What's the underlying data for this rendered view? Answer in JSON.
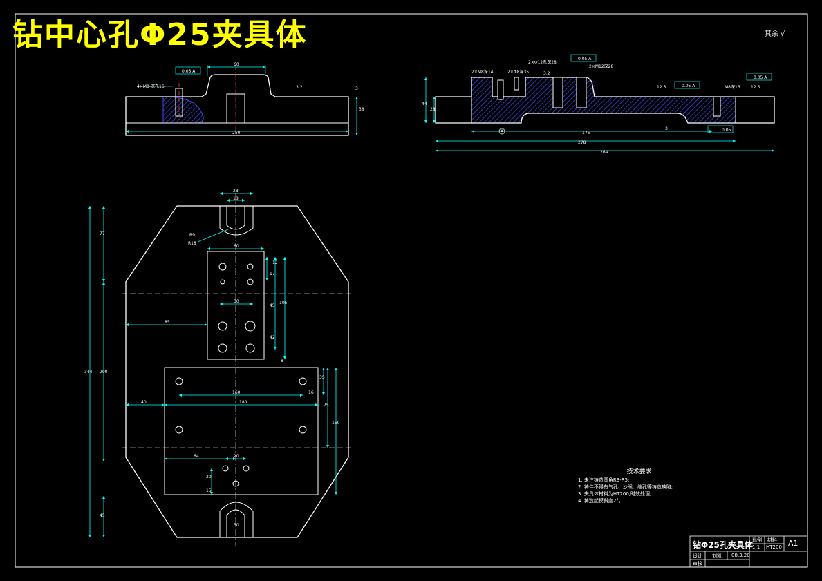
{
  "title": "钻中心孔Φ25夹具体",
  "roughness_note": "其余 √",
  "tech_requirements": {
    "heading": "技术要求",
    "items": [
      "1. 未注铸造圆角R3-R5;",
      "2. 铸件不得有气孔、沙眼、缩孔等铸造缺陷;",
      "3. 夹具体材料为HT200,时效处理;",
      "4. 铸造起模斜度2°。"
    ]
  },
  "title_block": {
    "name": "钻Φ25孔夹具体",
    "scale_label": "比例",
    "scale_value": "1:1",
    "material_label": "材料",
    "material_value": "HT200",
    "sheet_size": "A1",
    "designer_label": "设计",
    "designer_value": "刘凯",
    "date_value": "08.3.20",
    "reviewer_label": "审核"
  },
  "dimensions": {
    "front_view": {
      "overall_length": "250",
      "top_boss_width": "60",
      "height": "38",
      "top_offset": "3",
      "tapped_hole": "4×M8-深孔16",
      "roughness": "3.2",
      "flatness": "0.05 A"
    },
    "side_view": {
      "overall_length": "264",
      "inner_length": "175",
      "slot_length": "278",
      "height_total": "44",
      "height_base": "28",
      "holes_1": "2×M8深14",
      "holes_2": "2×Φ12孔深28",
      "holes_3": "2×M12深28",
      "holes_4": "2×Φ8深35",
      "thread": "M8深16",
      "roughness_1": "3.2",
      "roughness_2": "12.5",
      "roughness_3": "12.5",
      "flatness_1": "0.05 A",
      "flatness_2": "0.05 A",
      "flatness_3": "0.05 A",
      "flat_sym": "0.05",
      "depth": "3",
      "datum": "A"
    },
    "plan_view": {
      "slot_outer": "28",
      "slot_inner": "18",
      "r_label": "R9",
      "r_label_2": "R18",
      "plate_width": "60",
      "hole_v1": "12",
      "hole_v2": "17",
      "hole_h": "30",
      "hole_v3": "45",
      "hole_v4": "105",
      "hole_v5": "42",
      "hole_v6": "8",
      "left_offset": "85",
      "height_top": "77",
      "height_total": "344",
      "height_mid": "200",
      "height_bottom": "45",
      "lower_offset": "40",
      "lower_span_1": "160",
      "lower_span_2": "180",
      "lower_v1": "16",
      "lower_v2": "35",
      "lower_v3": "75",
      "lower_v4": "150",
      "bottom_h1": "64",
      "bottom_h2": "20",
      "bottom_v1": "20",
      "bottom_v2": "15",
      "bottom_slot": "30"
    }
  }
}
